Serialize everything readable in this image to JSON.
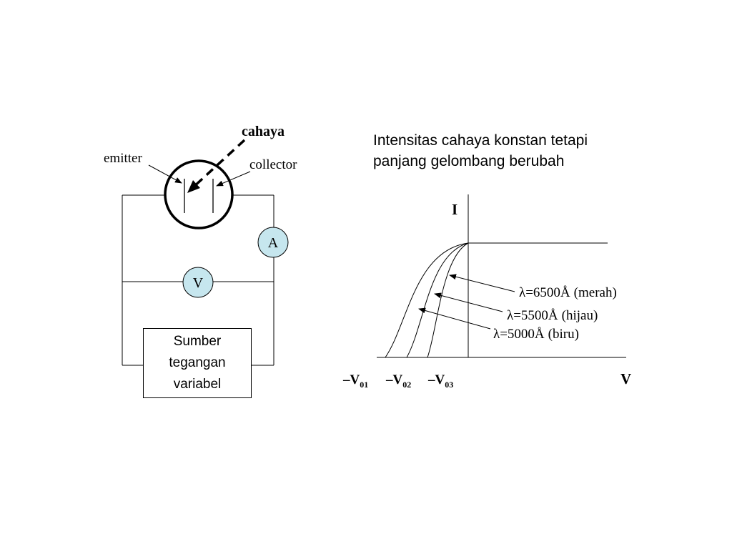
{
  "circuit": {
    "light_label": "cahaya",
    "emitter_label": "emitter",
    "collector_label": "collector",
    "ammeter_label": "A",
    "voltmeter_label": "V",
    "source_lines": [
      "Sumber",
      "tegangan",
      "variabel"
    ],
    "meter_fill": "#c6e6ee"
  },
  "graph": {
    "caption_lines": [
      "Intensitas cahaya konstan tetapi",
      "panjang gelombang berubah"
    ],
    "y_axis_label": "I",
    "x_axis_label": "V",
    "stopping_voltages": [
      {
        "main": "–V",
        "sub": "01"
      },
      {
        "main": "–V",
        "sub": "02"
      },
      {
        "main": "–V",
        "sub": "03"
      }
    ],
    "curves": [
      {
        "lambda_symbol": "λ",
        "value_text": "=6500Å",
        "color_text": "(merah)"
      },
      {
        "lambda_symbol": "λ",
        "value_text": "=5500Å",
        "color_text": "(hijau)"
      },
      {
        "lambda_symbol": "λ",
        "value_text": "=5000Å",
        "color_text": "(biru)"
      }
    ]
  }
}
